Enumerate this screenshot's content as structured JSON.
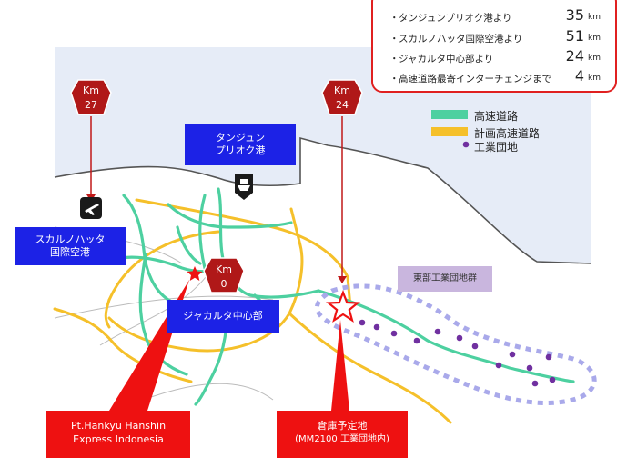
{
  "distances": [
    {
      "label": "タンジュンプリオク港より",
      "value": "35",
      "unit": "km"
    },
    {
      "label": "スカルノハッタ国際空港より",
      "value": "51",
      "unit": "km"
    },
    {
      "label": "ジャカルタ中心部より",
      "value": "24",
      "unit": "km"
    },
    {
      "label": "高速道路最寄インターチェンジまで",
      "value": "4",
      "unit": "km"
    }
  ],
  "bullet": "・",
  "legend": {
    "expressway": "高速道路",
    "planned_expressway": "計画高速道路",
    "industrial_estate": "工業団地"
  },
  "places": {
    "port": [
      "タンジュン",
      "プリオク港"
    ],
    "airport": [
      "スカルノハッタ",
      "国際空港"
    ],
    "center": "ジャカルタ中心部",
    "east_estates": "東部工業団地群",
    "company": [
      "Pt.Hankyu Hanshin",
      "Express Indonesia"
    ],
    "site": [
      "倉庫予定地",
      "(MM2100 工業団地内)"
    ]
  },
  "markers": [
    {
      "unit": "Km",
      "value": "27"
    },
    {
      "unit": "Km",
      "value": "24"
    },
    {
      "unit": "Km",
      "value": "0"
    }
  ],
  "colors": {
    "sea": "#e8eef8",
    "land": "#ffffff",
    "expressway": "#4dd0a0",
    "planned": "#f5c02a",
    "estate": "#7030a0",
    "marker": "#b01818",
    "label_blue": "#1c22e6",
    "label_red": "#ee1111"
  },
  "icons": [
    "airplane-icon",
    "ship-icon",
    "red-star-icon",
    "site-star-icon"
  ]
}
